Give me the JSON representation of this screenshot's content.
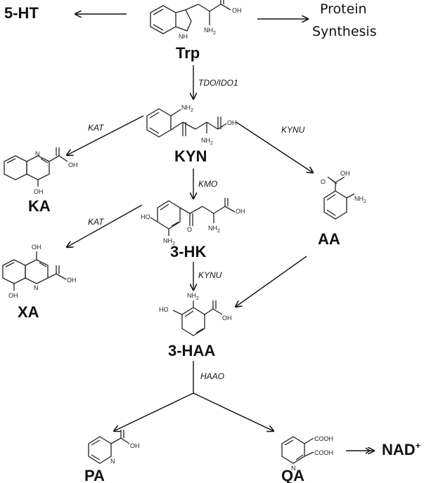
{
  "molecules": {
    "trp": "Trp",
    "five_ht": "5-HT",
    "protein_synthesis": [
      "Protein",
      "Synthesis"
    ],
    "kyn": "KYN",
    "ka": "KA",
    "aa": "AA",
    "three_hk": "3-HK",
    "xa": "XA",
    "three_haa": "3-HAA",
    "pa": "PA",
    "qa": "QA",
    "nad": "NAD",
    "nad_charge": "+"
  },
  "enzymes": {
    "tdo_ido1": "TDO/IDO1",
    "kat_1": "KAT",
    "kynu_1": "KYNU",
    "kmo": "KMO",
    "kat_2": "KAT",
    "kynu_2": "KYNU",
    "haao": "HAAO"
  },
  "atom_labels": {
    "oh": "OH",
    "nh2": "NH",
    "nh2_sub": "2",
    "n": "N",
    "nh": "NH",
    "ho": "HO",
    "o": "O",
    "cooh": "COOH"
  }
}
